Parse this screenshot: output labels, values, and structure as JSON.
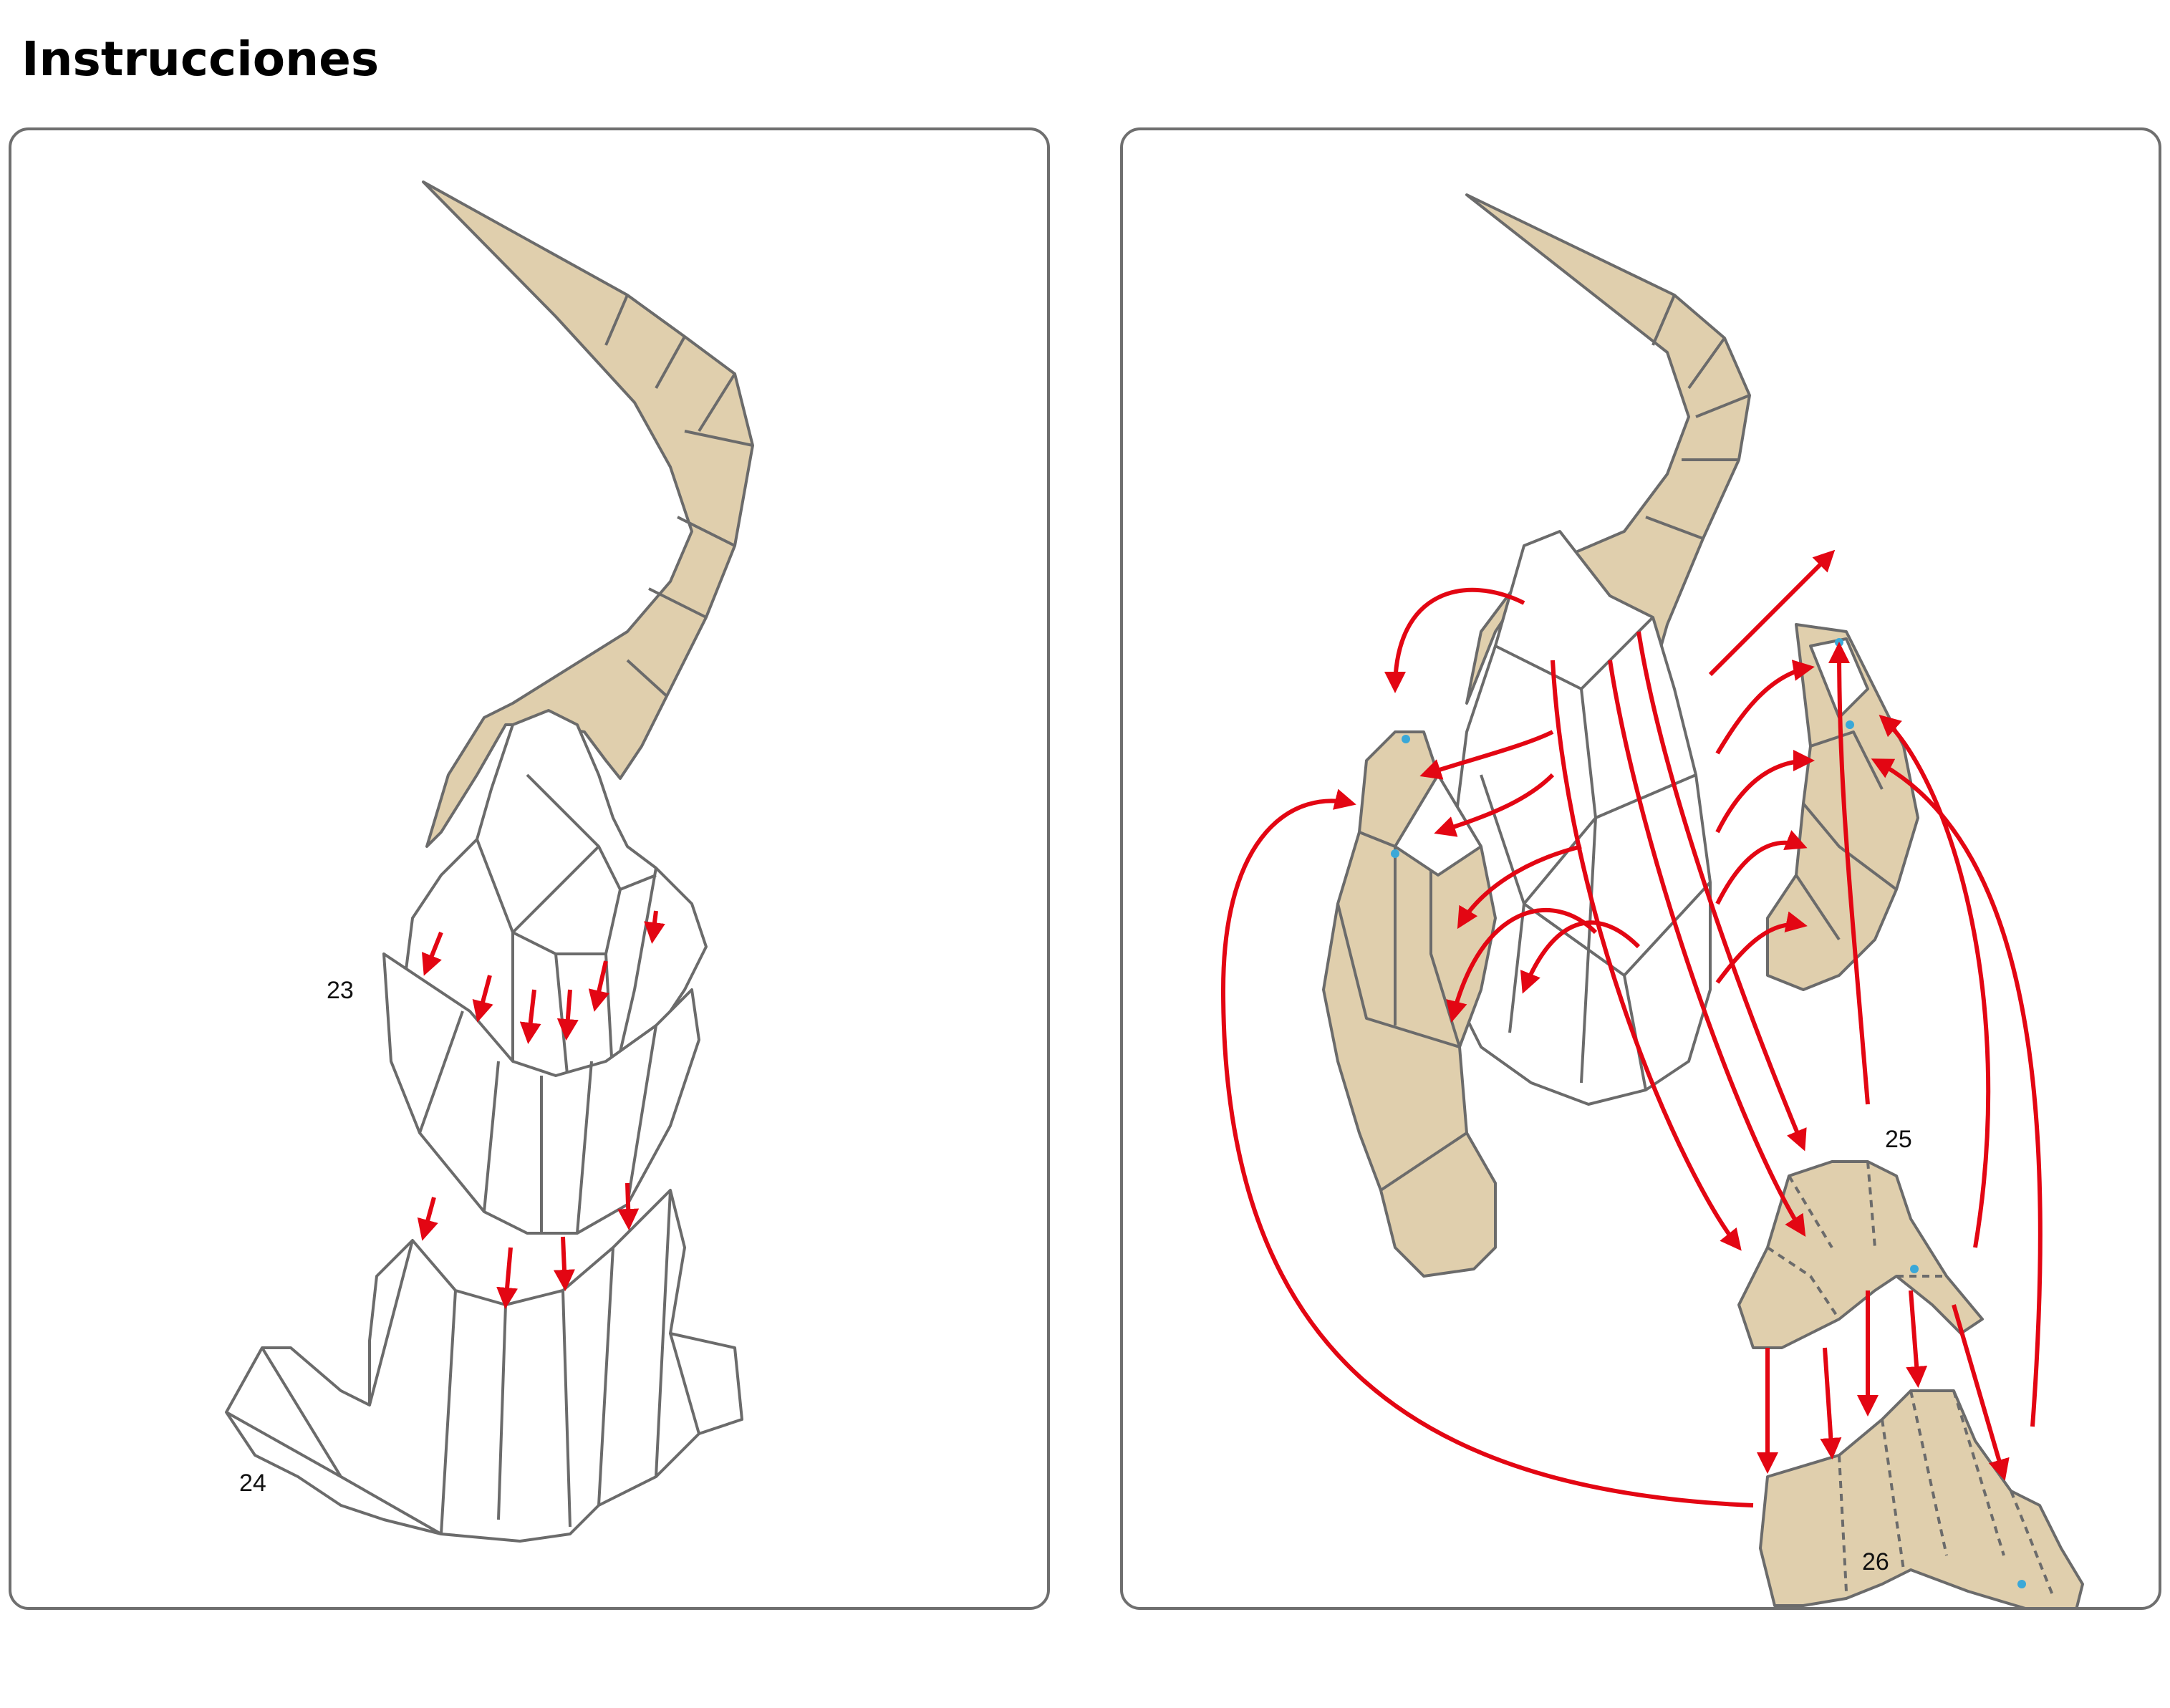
{
  "title": "Instrucciones",
  "steps": {
    "left_a": "23",
    "left_b": "24",
    "right_a": "25",
    "right_b": "26"
  },
  "colors": {
    "paper_tan": "#e0cfad",
    "paper_white": "#ffffff",
    "line": "#6b6b6b",
    "arrow": "#e30613",
    "glue_dot": "#3aa8d8",
    "glue_flap": "#f6ded4"
  }
}
